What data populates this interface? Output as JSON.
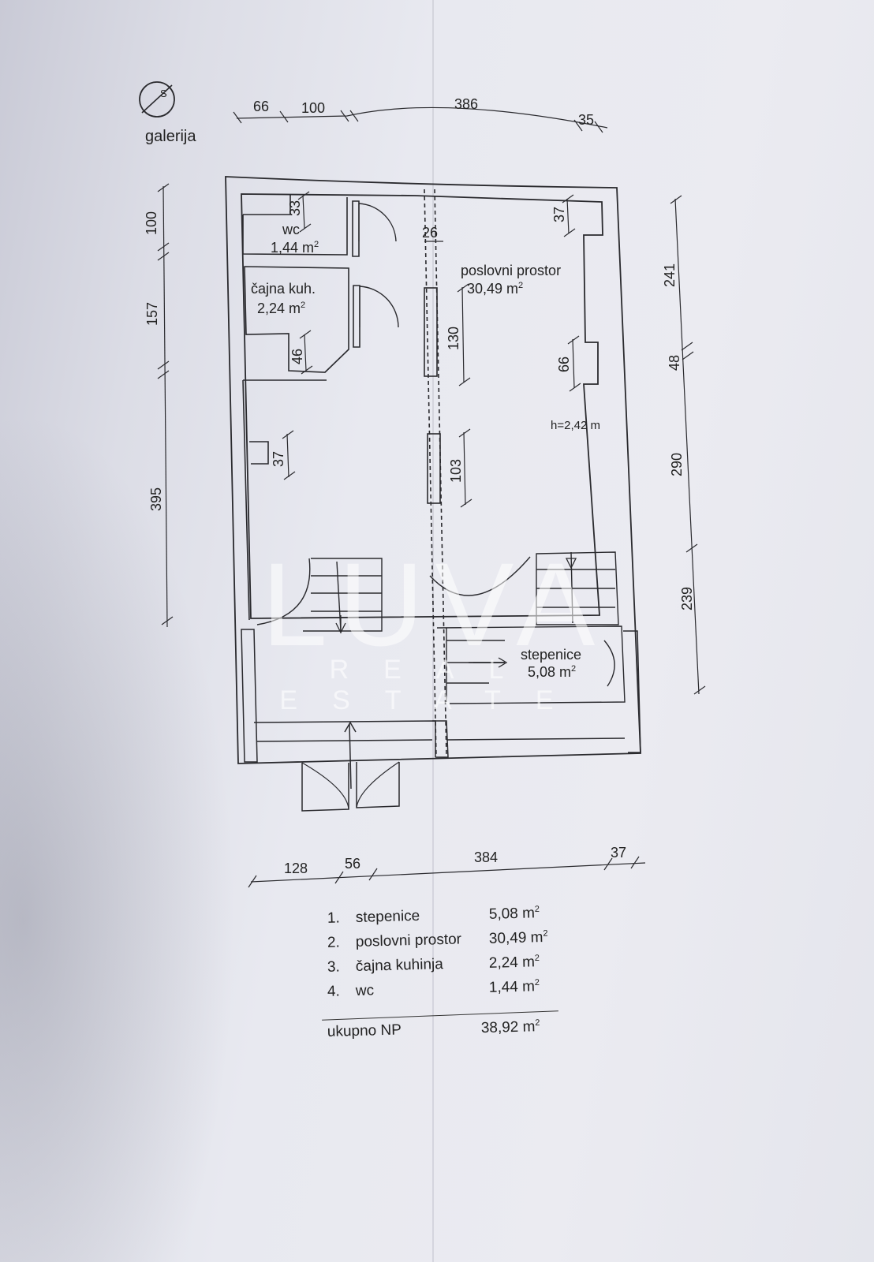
{
  "compass": {
    "label": "S"
  },
  "title": "galerija",
  "dimensions": {
    "top": [
      "66",
      "100",
      "386",
      "35"
    ],
    "bottom": [
      "128",
      "56",
      "384",
      "37"
    ],
    "left": [
      "100",
      "157",
      "395"
    ],
    "right": [
      "241",
      "48",
      "290",
      "239"
    ],
    "interior": [
      "33",
      "26",
      "37",
      "130",
      "66",
      "46",
      "37",
      "103"
    ]
  },
  "rooms": {
    "wc": {
      "name": "wc",
      "area": "1,44 m",
      "unit_sup": "2"
    },
    "kitchen": {
      "name": "čajna kuh.",
      "area": "2,24 m",
      "unit_sup": "2"
    },
    "office": {
      "name": "poslovni prostor",
      "area": "30,49 m",
      "unit_sup": "2"
    },
    "stairs": {
      "name": "stepenice",
      "area": "5,08 m",
      "unit_sup": "2"
    }
  },
  "height_note": "h=2,42 m",
  "legend": {
    "items": [
      {
        "num": "1.",
        "name": "stepenice",
        "area": "5,08 m",
        "sup": "2"
      },
      {
        "num": "2.",
        "name": "poslovni prostor",
        "area": "30,49 m",
        "sup": "2"
      },
      {
        "num": "3.",
        "name": "čajna kuhinja",
        "area": "2,24 m",
        "sup": "2"
      },
      {
        "num": "4.",
        "name": "wc",
        "area": "1,44 m",
        "sup": "2"
      }
    ],
    "total": {
      "name": "ukupno NP",
      "area": "38,92 m",
      "sup": "2"
    }
  },
  "watermark": {
    "brand": "LUVA",
    "tagline": "REAL ESTATE"
  }
}
